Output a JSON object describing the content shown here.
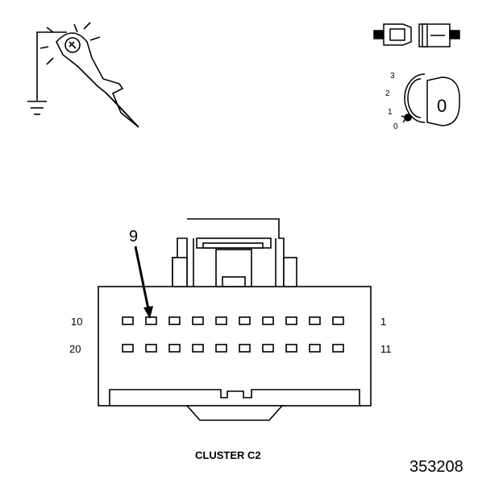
{
  "connector": {
    "name": "CLUSTER C2",
    "pin_callout": "9",
    "row_labels": {
      "top_left": "10",
      "top_right": "1",
      "bottom_left": "20",
      "bottom_right": "11"
    },
    "top_row_pins": 10,
    "bottom_row_pins": 10
  },
  "ignition": {
    "positions": [
      "3",
      "2",
      "1",
      "0"
    ],
    "key_label": "0"
  },
  "figure_number": "353208",
  "icons": [
    "test-probe-icon",
    "ground-symbol-icon",
    "disconnected-connector-icon",
    "ignition-key-icon"
  ]
}
